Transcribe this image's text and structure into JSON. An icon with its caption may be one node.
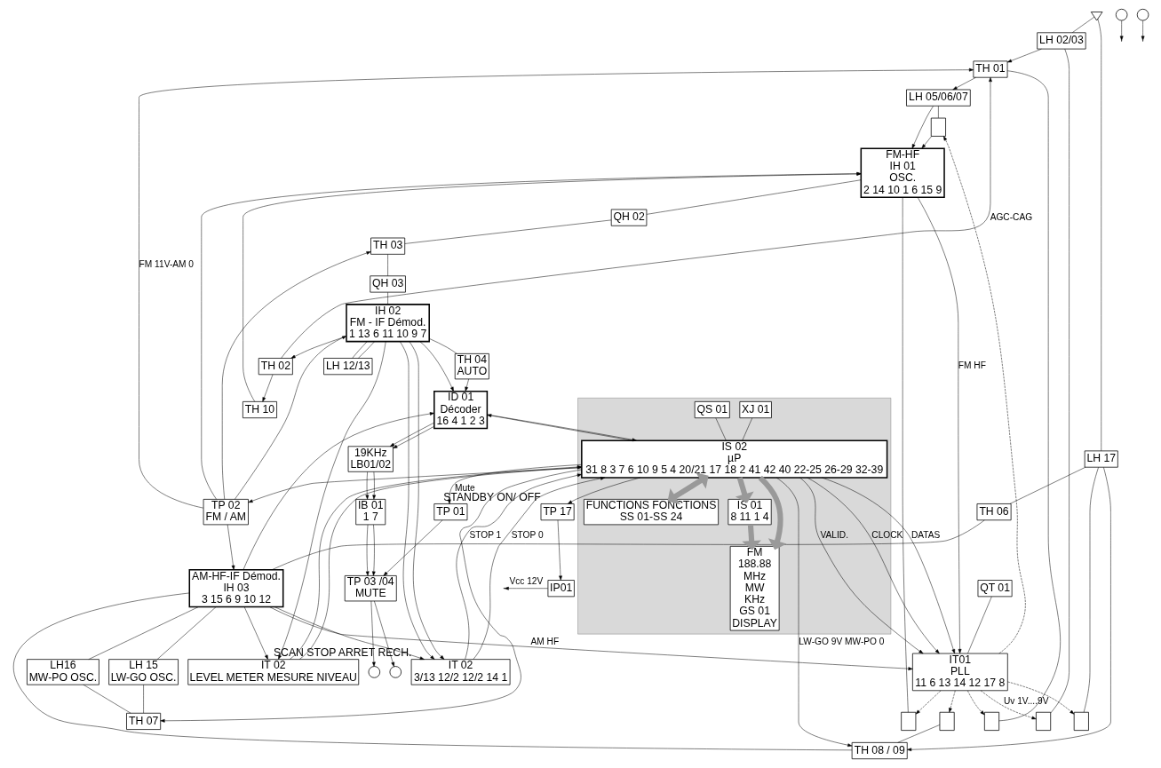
{
  "diagram": {
    "nodes": [
      {
        "text": [],
        "shape": "antenna"
      },
      {
        "text": [
          "LH 02/03"
        ]
      },
      {
        "text": [],
        "shape": "box"
      },
      {
        "text": [
          "TH 01"
        ]
      },
      {
        "text": [],
        "shape": "box"
      },
      {
        "text": [
          "LH 05/06/07"
        ]
      },
      {
        "text": [],
        "shape": "box"
      },
      {
        "text": [
          "TH 10"
        ]
      },
      {
        "text": [
          "TH 02"
        ]
      },
      {
        "text": [
          "FM-HF",
          "IH 01",
          "OSC.",
          "2",
          "14",
          "10",
          "1",
          "6",
          "15",
          "9"
        ]
      },
      {
        "text": [],
        "shape": "box"
      },
      {
        "text": [
          "QH 02"
        ]
      },
      {
        "text": [
          "TH 03"
        ]
      },
      {
        "text": [
          "QH 03"
        ]
      },
      {
        "text": [
          "TH 04",
          "AUTO"
        ]
      },
      {
        "text": [
          "IH 02",
          "FM - IF Démod.",
          "1",
          "13",
          "6",
          "11",
          "10",
          "9",
          "7"
        ]
      },
      {
        "text": [
          "ID 01",
          "Décoder",
          "16",
          "4",
          "1",
          "2",
          "3"
        ]
      },
      {
        "text": [
          "19KHz",
          "LB01/02"
        ]
      },
      {
        "text": [
          "IB 01",
          "1",
          "7"
        ]
      },
      {
        "text": [
          "TP 03 /04",
          "MUTE"
        ]
      },
      {
        "text": [],
        "shape": "circle"
      },
      {
        "text": [],
        "shape": "circle"
      },
      {
        "text": [],
        "shape": "circle"
      },
      {
        "text": [],
        "shape": "circle"
      },
      {
        "text": [
          "LH 12/13"
        ]
      },
      {
        "text": [
          "TP 02",
          "FM / AM"
        ]
      },
      {
        "text": [
          "LH 17"
        ]
      },
      {
        "text": [],
        "shape": "box"
      },
      {
        "text": [
          "TH 06"
        ]
      },
      {
        "text": [
          "AM-HF-IF Démod.",
          "IH 03",
          "3",
          "15",
          "6",
          "9",
          "10",
          "12"
        ]
      },
      {
        "text": [],
        "shape": "box"
      },
      {
        "text": [
          "TH 08 / 09"
        ]
      },
      {
        "text": [
          "LH 15",
          "LW-GO OSC."
        ]
      },
      {
        "text": [
          "LH16",
          "MW-PO OSC."
        ]
      },
      {
        "text": [
          "TH 07"
        ]
      },
      {
        "text": [
          "IT01",
          "PLL",
          "11",
          "6",
          "13",
          "14",
          "12",
          "17",
          "8"
        ]
      },
      {
        "text": [
          "QT 01"
        ]
      },
      {
        "text": [
          "IT 02",
          "LEVEL METER MESURE NIVEAU"
        ]
      },
      {
        "text": [
          "IT 02",
          "3/13",
          "12/2",
          "12/2",
          "14",
          "1"
        ],
        "beside": [
          "SCAN STOP ARRET RECH."
        ]
      },
      {
        "text": [
          "TP 01"
        ]
      },
      {
        "text": [
          "IP01"
        ]
      },
      {
        "text": [
          "TP 17"
        ],
        "beside": [
          "STANDBY ON/ OFF"
        ]
      },
      {
        "text": [],
        "shape": "box"
      },
      {
        "text": [
          "XJ 01"
        ],
        "in": 42
      },
      {
        "text": [
          "QS 01"
        ],
        "in": 42
      },
      {
        "text": [
          "IS 02",
          "µP",
          "31",
          "8",
          "3",
          "7",
          "6",
          "10",
          "9",
          "5",
          "4",
          "20/21",
          "17",
          "18",
          "2",
          "41",
          "42",
          "40",
          "22-25",
          "26-29",
          "32-39"
        ],
        "in": 42
      },
      {
        "text": [
          "FUNCTIONS FONCTIONS",
          "SS 01-SS 24"
        ],
        "in": 42
      },
      {
        "text": [
          "IS 01",
          "8",
          "11",
          "1",
          "4"
        ],
        "in": 42
      },
      {
        "text": [
          "FM",
          "188.88",
          "MHz",
          "MW",
          "KHz",
          "GS 01",
          "DISPLAY"
        ],
        "in": 42
      }
    ],
    "edges": [
      {
        "from": 0,
        "to": 1,
        "arrow": "none"
      },
      {
        "from": 0,
        "to": 26,
        "arrow": "none"
      },
      {
        "from": 1,
        "to": 3,
        "arrow": "to"
      },
      {
        "from": 1,
        "to": 2,
        "arrow": "none"
      },
      {
        "from": 3,
        "to": 5,
        "arrow": "to"
      },
      {
        "from": 3,
        "to": 4,
        "arrow": "none"
      },
      {
        "from": 5,
        "to": 9,
        "arrow": "to"
      },
      {
        "from": 5,
        "to": 6,
        "arrow": "none"
      },
      {
        "from": 6,
        "to": 9,
        "arrow": "to"
      },
      {
        "from": 8,
        "to": 7,
        "arrow": "to"
      },
      {
        "from": 8,
        "to": 3,
        "arrow": "to",
        "label": "AGC-CAG"
      },
      {
        "from": 7,
        "to": 9,
        "arrow": "to"
      },
      {
        "from": 9,
        "to": 10,
        "arrow": "none"
      },
      {
        "from": 9,
        "to": 11,
        "arrow": "none"
      },
      {
        "from": 11,
        "to": 12,
        "arrow": "none"
      },
      {
        "from": 12,
        "to": 13,
        "arrow": "none"
      },
      {
        "from": 13,
        "to": 15,
        "arrow": "none"
      },
      {
        "from": 15,
        "to": 8,
        "arrow": "to"
      },
      {
        "from": 15,
        "to": 14,
        "arrow": "none"
      },
      {
        "from": 14,
        "to": 16,
        "arrow": "to"
      },
      {
        "from": 45,
        "to": 16,
        "arrow": "to"
      },
      {
        "from": 15,
        "to": 16,
        "arrow": "to"
      },
      {
        "from": 29,
        "to": 16,
        "arrow": "to"
      },
      {
        "from": 16,
        "to": 45,
        "arrow": "to"
      },
      {
        "from": 15,
        "to": 37,
        "arrow": "to"
      },
      {
        "from": 15,
        "to": 24,
        "arrow": "none"
      },
      {
        "from": 15,
        "to": 24,
        "arrow": "none"
      },
      {
        "from": 15,
        "to": 38,
        "arrow": "to"
      },
      {
        "from": 15,
        "to": 38,
        "arrow": "to"
      },
      {
        "from": 16,
        "to": 17,
        "arrow": "to"
      },
      {
        "from": 16,
        "to": 17,
        "arrow": "to"
      },
      {
        "from": 17,
        "to": 18,
        "arrow": "to"
      },
      {
        "from": 17,
        "to": 18,
        "arrow": "to"
      },
      {
        "from": 18,
        "to": 19,
        "arrow": "to"
      },
      {
        "from": 18,
        "to": 19,
        "arrow": "to"
      },
      {
        "from": 19,
        "to": 21,
        "arrow": "to"
      },
      {
        "from": 19,
        "to": 22,
        "arrow": "to"
      },
      {
        "from": 20,
        "to": null,
        "arrow": "to"
      },
      {
        "from": 23,
        "to": null,
        "arrow": "to"
      },
      {
        "from": 25,
        "to": 9,
        "arrow": "to"
      },
      {
        "from": 25,
        "to": 12,
        "arrow": "to"
      },
      {
        "from": 25,
        "to": 15,
        "arrow": "to"
      },
      {
        "from": 25,
        "to": 29,
        "arrow": "to"
      },
      {
        "from": 25,
        "to": 3,
        "arrow": "to",
        "label": "FM 11V-AM 0"
      },
      {
        "from": 45,
        "to": 25,
        "arrow": "to"
      },
      {
        "from": 9,
        "to": 35,
        "arrow": "to",
        "label": "FM HF"
      },
      {
        "from": 26,
        "to": 28,
        "arrow": "none"
      },
      {
        "from": 26,
        "to": 27,
        "arrow": "none"
      },
      {
        "from": 26,
        "to": 31,
        "arrow": "to"
      },
      {
        "from": 28,
        "to": 29,
        "arrow": "none"
      },
      {
        "from": 29,
        "to": 38,
        "arrow": "to"
      },
      {
        "from": 29,
        "to": 37,
        "arrow": "to"
      },
      {
        "from": 29,
        "to": 35,
        "arrow": "to",
        "label": "AM HF"
      },
      {
        "from": 29,
        "to": 31,
        "arrow": "none"
      },
      {
        "from": 29,
        "to": 32,
        "arrow": "none"
      },
      {
        "from": 29,
        "to": 33,
        "arrow": "none"
      },
      {
        "from": 30,
        "to": 31,
        "arrow": "none"
      },
      {
        "from": 45,
        "to": 31,
        "arrow": "to",
        "label": "LW-GO 9V MW-PO 0"
      },
      {
        "from": 45,
        "to": 34,
        "arrow": "to"
      },
      {
        "from": 32,
        "to": 34,
        "arrow": "none"
      },
      {
        "from": 33,
        "to": 34,
        "arrow": "none"
      },
      {
        "from": 35,
        "to": 2,
        "arrow": "to",
        "style": "dashed",
        "label": "Uv 1V....9V"
      },
      {
        "from": 35,
        "to": 4,
        "arrow": "to",
        "style": "dashed"
      },
      {
        "from": 35,
        "to": 6,
        "arrow": "to",
        "style": "dashed"
      },
      {
        "from": 35,
        "to": 10,
        "arrow": "to",
        "style": "dashed"
      },
      {
        "from": 35,
        "to": 27,
        "arrow": "to",
        "style": "dashed"
      },
      {
        "from": 35,
        "to": 30,
        "arrow": "to",
        "style": "dashed"
      },
      {
        "from": 36,
        "to": 35,
        "arrow": "none"
      },
      {
        "from": 45,
        "to": 35,
        "arrow": "to",
        "label": "VALID."
      },
      {
        "from": 45,
        "to": 35,
        "arrow": "to",
        "label": "CLOCK"
      },
      {
        "from": 45,
        "to": 35,
        "arrow": "to",
        "label": "DATAS"
      },
      {
        "from": 37,
        "to": 45,
        "arrow": "to"
      },
      {
        "from": 37,
        "to": 45,
        "arrow": "to"
      },
      {
        "from": 38,
        "to": 45,
        "arrow": "to",
        "label": "STOP 0"
      },
      {
        "from": 38,
        "to": 45,
        "arrow": "to",
        "label": "STOP 1"
      },
      {
        "from": 45,
        "to": 39,
        "arrow": "to",
        "label": "Mute"
      },
      {
        "from": 39,
        "to": 19,
        "arrow": "to"
      },
      {
        "from": 45,
        "to": 41,
        "arrow": "to"
      },
      {
        "from": 41,
        "to": 40,
        "arrow": "to"
      },
      {
        "from": 40,
        "to": null,
        "arrow": "to",
        "label": "Vcc 12V"
      },
      {
        "from": 43,
        "to": 45,
        "arrow": "none"
      },
      {
        "from": 44,
        "to": 45,
        "arrow": "none"
      },
      {
        "from": 45,
        "to": 46,
        "arrow": "both",
        "style": "thick",
        "color": "#999999"
      },
      {
        "from": 45,
        "to": 48,
        "arrow": "to",
        "style": "thick",
        "color": "#999999"
      },
      {
        "from": 45,
        "to": 47,
        "arrow": "to",
        "style": "thick",
        "color": "#999999"
      },
      {
        "from": 47,
        "to": 48,
        "arrow": "to",
        "style": "thick",
        "color": "#999999"
      }
    ]
  }
}
